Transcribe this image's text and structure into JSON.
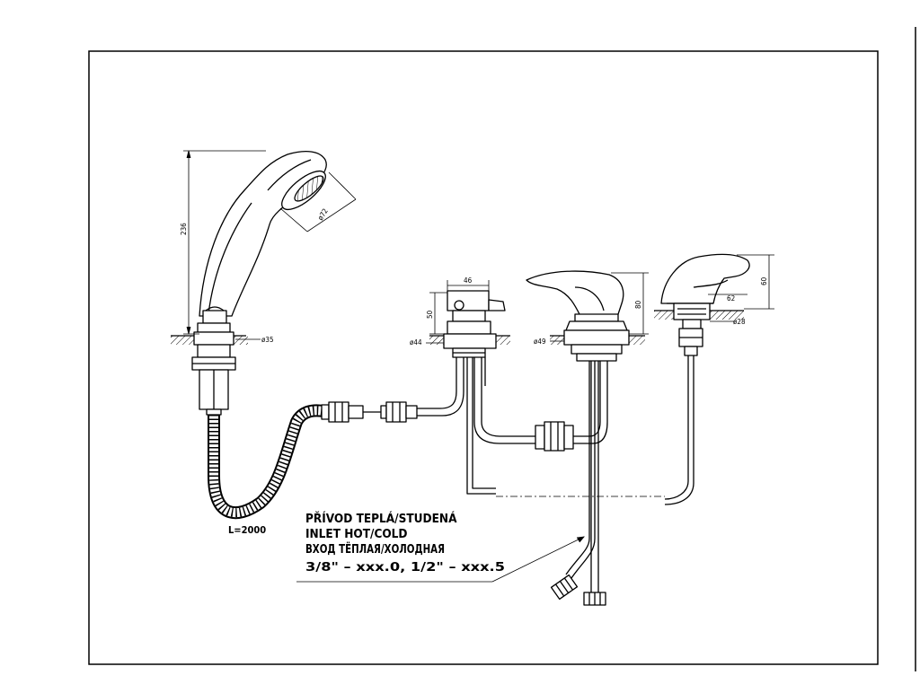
{
  "drawing": {
    "dimensions": {
      "shower_height": "236",
      "shower_head_diameter": "ø72",
      "shower_base_diameter": "ø35",
      "valve_width": "46",
      "valve_height": "50",
      "valve_base_diameter": "ø44",
      "mixer_height": "80",
      "mixer_base_diameter": "ø49",
      "spout_height": "60",
      "spout_reach": "62",
      "spout_base_diameter": "ø28"
    },
    "hose_length": "L=2000",
    "inlet_note": [
      "PŘÍVOD TEPLÁ/STUDENÁ",
      "INLET HOT/COLD",
      "ВХОД ТЁПЛАЯ/ХОЛОДНАЯ",
      "3/8\" – xxx.0, 1/2\" – xxx.5"
    ]
  }
}
